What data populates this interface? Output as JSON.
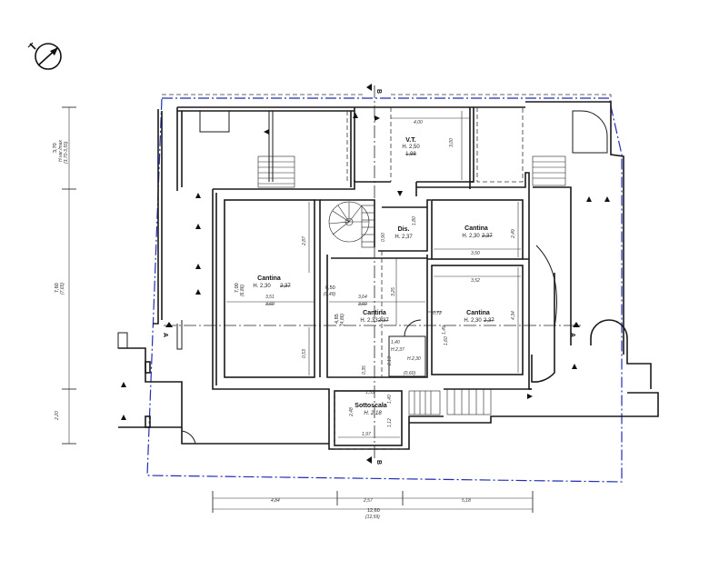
{
  "rooms": {
    "cantina_left": {
      "name": "Cantina",
      "height": "H. 2,30",
      "height_old": "2,37"
    },
    "cantina_mid": {
      "name": "Cantina",
      "height": "H. 2,33",
      "height_old": "2,37"
    },
    "cantina_right_top": {
      "name": "Cantina",
      "height": "H. 2,30",
      "height_old": "2,37"
    },
    "cantina_right_bottom": {
      "name": "Cantina",
      "height": "H. 2,30",
      "height_old": "2,37"
    },
    "vt": {
      "name": "V.T.",
      "height": "H. 2,50",
      "height_old": "1,98"
    },
    "dis": {
      "name": "Dis.",
      "height": "H. 2,37"
    },
    "sottoscala": {
      "name": "Sottoscala",
      "height": "H. 2,18"
    }
  },
  "section_marks": {
    "a": "A",
    "b": "B"
  },
  "dims": {
    "vt_width": "4,00",
    "vt_height": "3,00",
    "left_height": "2,87",
    "left_width": "3,51",
    "left_width_old": "3,60",
    "left_bottom": "0,53",
    "left_side": "7,00",
    "left_side_old": "(6,86)",
    "mid_width": "3,64",
    "mid_width_old": "3,60",
    "mid_gap": "0,50",
    "mid_gap_old": "(0,49)",
    "mid_side": "4,85",
    "mid_side_old": "(4,86)",
    "mid_right": "3,25",
    "mid_bottom": "0,35",
    "mid_small": "2,13",
    "right_top_width": "3,50",
    "right_top_height": "2,49",
    "right_bottom_width": "3,52",
    "right_bottom_height": "4,34",
    "door_gap": "0,72",
    "wc_w": "1,60",
    "wc_h": "1,49",
    "dis_h": "1,80",
    "dis_w": "0,90",
    "sotto_w": "1,97",
    "sotto_h1": "2,48",
    "sotto_h2": "1,12",
    "sotto_h3": "1,40",
    "sotto_top": "1,53",
    "bottom_1": "4,84",
    "bottom_2": "2,57",
    "bottom_3": "5,18",
    "total": "12,60",
    "total_old": "(12,59)",
    "vert_top": "3,70",
    "vert_top_note": "H.var./max",
    "vert_top_old": "(3,70-3,55)",
    "vert_mid": "7,60",
    "vert_mid_old": "(7,65)",
    "vert_bot": "2,20"
  },
  "wc": {
    "a": "1,40",
    "b": "H.2,37",
    "c": "H.2,30",
    "d": "(0,60)"
  }
}
